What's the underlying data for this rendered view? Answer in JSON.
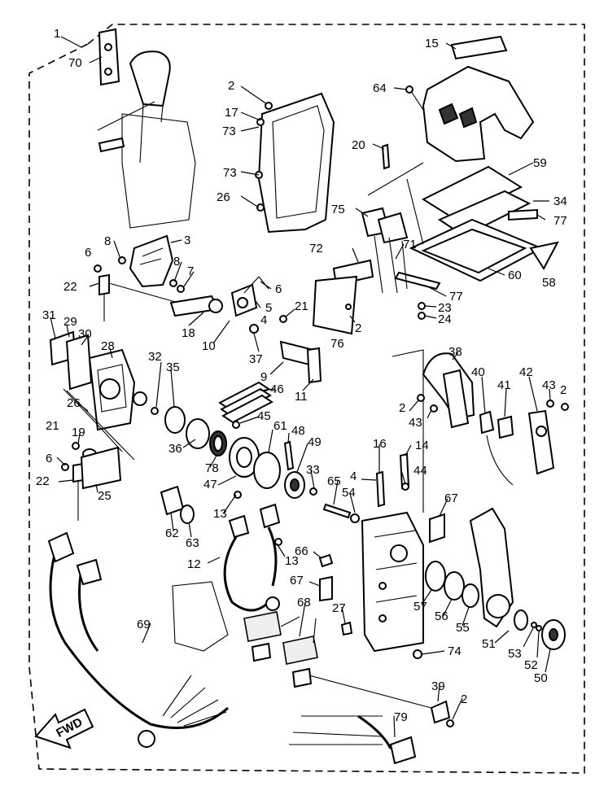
{
  "diagram": {
    "fwd_label": "FWD",
    "labels": [
      {
        "id": "1",
        "text": "1"
      },
      {
        "id": "70",
        "text": "70"
      },
      {
        "id": "2a",
        "text": "2"
      },
      {
        "id": "17",
        "text": "17"
      },
      {
        "id": "73a",
        "text": "73"
      },
      {
        "id": "73b",
        "text": "73"
      },
      {
        "id": "26a",
        "text": "26"
      },
      {
        "id": "15",
        "text": "15"
      },
      {
        "id": "64",
        "text": "64"
      },
      {
        "id": "20",
        "text": "20"
      },
      {
        "id": "59",
        "text": "59"
      },
      {
        "id": "34",
        "text": "34"
      },
      {
        "id": "77a",
        "text": "77"
      },
      {
        "id": "75",
        "text": "75"
      },
      {
        "id": "72",
        "text": "72"
      },
      {
        "id": "71",
        "text": "71"
      },
      {
        "id": "60",
        "text": "60"
      },
      {
        "id": "58",
        "text": "58"
      },
      {
        "id": "77b",
        "text": "77"
      },
      {
        "id": "23",
        "text": "23"
      },
      {
        "id": "24",
        "text": "24"
      },
      {
        "id": "2b",
        "text": "2"
      },
      {
        "id": "76",
        "text": "76"
      },
      {
        "id": "3",
        "text": "3"
      },
      {
        "id": "8a",
        "text": "8"
      },
      {
        "id": "6a",
        "text": "6"
      },
      {
        "id": "8b",
        "text": "8"
      },
      {
        "id": "7",
        "text": "7"
      },
      {
        "id": "22a",
        "text": "22"
      },
      {
        "id": "6b",
        "text": "6"
      },
      {
        "id": "5",
        "text": "5"
      },
      {
        "id": "4",
        "text": "4"
      },
      {
        "id": "18",
        "text": "18"
      },
      {
        "id": "10",
        "text": "10"
      },
      {
        "id": "37",
        "text": "37"
      },
      {
        "id": "21a",
        "text": "21"
      },
      {
        "id": "31",
        "text": "31"
      },
      {
        "id": "29",
        "text": "29"
      },
      {
        "id": "30",
        "text": "30"
      },
      {
        "id": "28",
        "text": "28"
      },
      {
        "id": "9",
        "text": "9"
      },
      {
        "id": "11",
        "text": "11"
      },
      {
        "id": "32",
        "text": "32"
      },
      {
        "id": "35",
        "text": "35"
      },
      {
        "id": "46",
        "text": "46"
      },
      {
        "id": "38",
        "text": "38"
      },
      {
        "id": "40",
        "text": "40"
      },
      {
        "id": "41",
        "text": "41"
      },
      {
        "id": "42",
        "text": "42"
      },
      {
        "id": "43a",
        "text": "43"
      },
      {
        "id": "2c",
        "text": "2"
      },
      {
        "id": "2d",
        "text": "2"
      },
      {
        "id": "43b",
        "text": "43"
      },
      {
        "id": "26b",
        "text": "26"
      },
      {
        "id": "45",
        "text": "45"
      },
      {
        "id": "36",
        "text": "36"
      },
      {
        "id": "78",
        "text": "78"
      },
      {
        "id": "61",
        "text": "61"
      },
      {
        "id": "48",
        "text": "48"
      },
      {
        "id": "49",
        "text": "49"
      },
      {
        "id": "16",
        "text": "16"
      },
      {
        "id": "14",
        "text": "14"
      },
      {
        "id": "21b",
        "text": "21"
      },
      {
        "id": "19",
        "text": "19"
      },
      {
        "id": "6c",
        "text": "6"
      },
      {
        "id": "22b",
        "text": "22"
      },
      {
        "id": "25",
        "text": "25"
      },
      {
        "id": "47",
        "text": "47"
      },
      {
        "id": "33",
        "text": "33"
      },
      {
        "id": "65",
        "text": "65"
      },
      {
        "id": "4b",
        "text": "4"
      },
      {
        "id": "44",
        "text": "44"
      },
      {
        "id": "54",
        "text": "54"
      },
      {
        "id": "67a",
        "text": "67"
      },
      {
        "id": "13a",
        "text": "13"
      },
      {
        "id": "62",
        "text": "62"
      },
      {
        "id": "63",
        "text": "63"
      },
      {
        "id": "13b",
        "text": "13"
      },
      {
        "id": "66",
        "text": "66"
      },
      {
        "id": "12",
        "text": "12"
      },
      {
        "id": "67b",
        "text": "67"
      },
      {
        "id": "57",
        "text": "57"
      },
      {
        "id": "56",
        "text": "56"
      },
      {
        "id": "55",
        "text": "55"
      },
      {
        "id": "68",
        "text": "68"
      },
      {
        "id": "27",
        "text": "27"
      },
      {
        "id": "69",
        "text": "69"
      },
      {
        "id": "51",
        "text": "51"
      },
      {
        "id": "53",
        "text": "53"
      },
      {
        "id": "52",
        "text": "52"
      },
      {
        "id": "50",
        "text": "50"
      },
      {
        "id": "74",
        "text": "74"
      },
      {
        "id": "39",
        "text": "39"
      },
      {
        "id": "2e",
        "text": "2"
      },
      {
        "id": "79",
        "text": "79"
      }
    ]
  }
}
